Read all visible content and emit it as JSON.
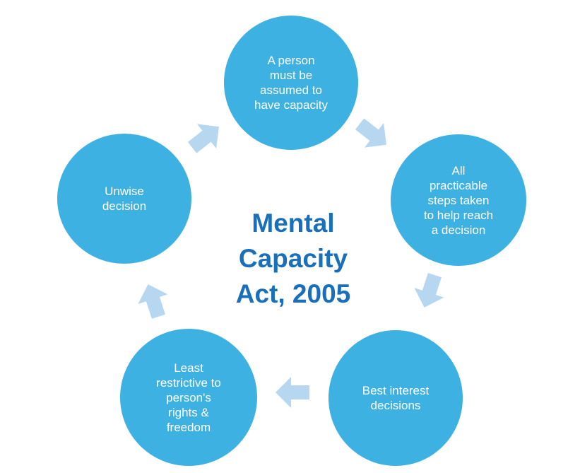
{
  "diagram": {
    "title_lines": [
      "Mental",
      "Capacity",
      "Act, 2005"
    ],
    "nodes": [
      {
        "id": "assume-capacity",
        "lines": [
          "A person",
          "must be",
          "assumed to",
          "have capacity"
        ]
      },
      {
        "id": "practicable-steps",
        "lines": [
          "All",
          "practicable",
          "steps taken",
          "to help reach",
          "a decision"
        ]
      },
      {
        "id": "best-interest",
        "lines": [
          "Best interest",
          "decisions"
        ]
      },
      {
        "id": "least-restrictive",
        "lines": [
          "Least",
          "restrictive to",
          "person's",
          "rights &",
          "freedom"
        ]
      },
      {
        "id": "unwise-decision",
        "lines": [
          "Unwise",
          "decision"
        ]
      }
    ],
    "colors": {
      "node_fill": "#3eb1e3",
      "arrow_fill": "#b7d6ef",
      "title": "#1a6fba",
      "node_text": "#ffffff"
    }
  }
}
